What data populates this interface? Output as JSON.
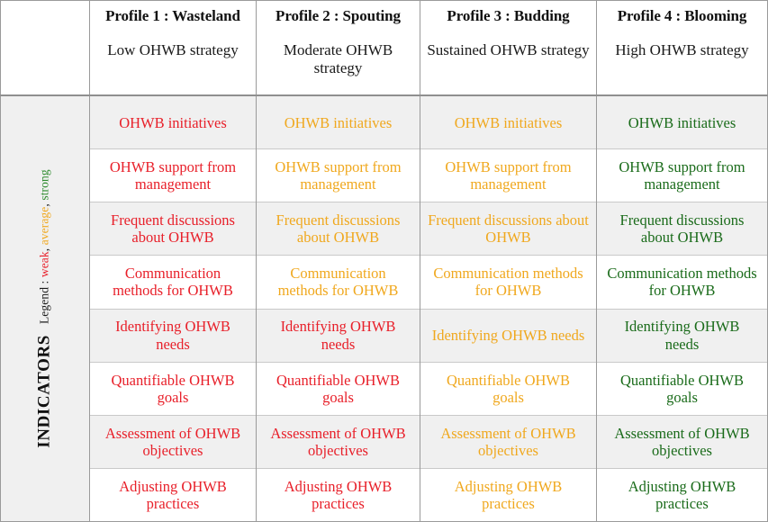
{
  "legend": {
    "prefix": "Legend :",
    "weak_label": "weak",
    "separator1": ",",
    "average_label": "average",
    "separator2": ",",
    "strong_label": "strong",
    "weak_color": "#e8202a",
    "average_color": "#f0a81e",
    "strong_color": "#2e8b2e"
  },
  "row_axis": {
    "title": "INDICATORS"
  },
  "columns": [
    {
      "title": "Profile 1 : Wasteland",
      "subtitle": "Low OHWB strategy"
    },
    {
      "title": "Profile 2 : Spouting",
      "subtitle": "Moderate OHWB strategy"
    },
    {
      "title": "Profile 3 : Budding",
      "subtitle": "Sustained OHWB strategy"
    },
    {
      "title": "Profile 4 : Blooming",
      "subtitle": "High OHWB strategy"
    }
  ],
  "indicators": [
    "OHWB initiatives",
    "OHWB support from management",
    "Frequent discussions about OHWB",
    "Communication methods for OHWB",
    "Identifying OHWB needs",
    "Quantifiable OHWB goals",
    "Assessment of OHWB objectives",
    "Adjusting OHWB practices"
  ],
  "chart_data": {
    "type": "heatmap",
    "title": "",
    "xlabel": "",
    "ylabel": "INDICATORS",
    "categories": [
      "Profile 1 : Wasteland",
      "Profile 2 : Spouting",
      "Profile 3 : Budding",
      "Profile 4 : Blooming"
    ],
    "rows": [
      "OHWB initiatives",
      "OHWB support from management",
      "Frequent discussions about OHWB",
      "Communication methods for OHWB",
      "Identifying OHWB needs",
      "Quantifiable OHWB goals",
      "Assessment of OHWB objectives",
      "Adjusting OHWB practices"
    ],
    "levels": [
      "weak",
      "average",
      "strong"
    ],
    "level_colors": {
      "weak": "#e8202a",
      "average": "#f0a81e",
      "strong": "#1a6b1a"
    },
    "values": [
      [
        "weak",
        "average",
        "average",
        "strong"
      ],
      [
        "weak",
        "average",
        "average",
        "strong"
      ],
      [
        "weak",
        "average",
        "average",
        "strong"
      ],
      [
        "weak",
        "average",
        "average",
        "strong"
      ],
      [
        "weak",
        "weak",
        "average",
        "strong"
      ],
      [
        "weak",
        "weak",
        "average",
        "strong"
      ],
      [
        "weak",
        "weak",
        "average",
        "strong"
      ],
      [
        "weak",
        "weak",
        "average",
        "strong"
      ]
    ],
    "legend_position": "left-rotated",
    "grid": true
  },
  "cells": {
    "r0": [
      "OHWB initiatives",
      "OHWB initiatives",
      "OHWB initiatives",
      "OHWB initiatives"
    ],
    "r1": [
      "OHWB support from management",
      "OHWB support from management",
      "OHWB support from management",
      "OHWB support from management"
    ],
    "r2": [
      "Frequent discussions about OHWB",
      "Frequent discussions about OHWB",
      "Frequent discussions about OHWB",
      "Frequent discussions about OHWB"
    ],
    "r3": [
      "Communication methods for OHWB",
      "Communication methods for OHWB",
      "Communication methods for OHWB",
      "Communication methods for OHWB"
    ],
    "r4": [
      "Identifying OHWB needs",
      "Identifying OHWB needs",
      "Identifying OHWB needs",
      "Identifying OHWB needs"
    ],
    "r5": [
      "Quantifiable OHWB goals",
      "Quantifiable OHWB goals",
      "Quantifiable OHWB goals",
      "Quantifiable OHWB goals"
    ],
    "r6": [
      "Assessment of OHWB objectives",
      "Assessment of OHWB objectives",
      "Assessment of OHWB objectives",
      "Assessment of OHWB objectives"
    ],
    "r7": [
      "Adjusting OHWB practices",
      "Adjusting OHWB practices",
      "Adjusting OHWB practices",
      "Adjusting OHWB practices"
    ]
  }
}
